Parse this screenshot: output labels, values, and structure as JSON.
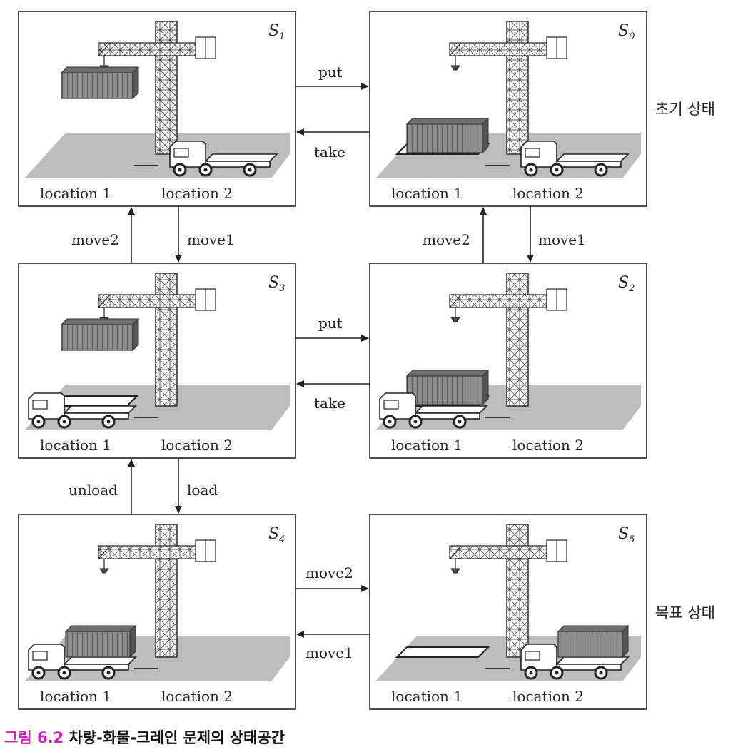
{
  "panels": [
    {
      "id": "S1",
      "name": "S",
      "sub": "1",
      "loc1": "location 1",
      "loc2": "location 2",
      "crane_holding": true,
      "truck_at": 2,
      "truck_loaded": false,
      "pallet": false,
      "pallet_box": false
    },
    {
      "id": "S0",
      "name": "S",
      "sub": "0",
      "loc1": "location 1",
      "loc2": "location 2",
      "crane_holding": false,
      "truck_at": 2,
      "truck_loaded": false,
      "pallet": true,
      "pallet_box": true
    },
    {
      "id": "S3",
      "name": "S",
      "sub": "3",
      "loc1": "location 1",
      "loc2": "location 2",
      "crane_holding": true,
      "truck_at": 1,
      "truck_loaded": false,
      "pallet": true,
      "pallet_box": false
    },
    {
      "id": "S2",
      "name": "S",
      "sub": "2",
      "loc1": "location 1",
      "loc2": "location 2",
      "crane_holding": false,
      "truck_at": 1,
      "truck_loaded": false,
      "pallet": true,
      "pallet_box": true
    },
    {
      "id": "S4",
      "name": "S",
      "sub": "4",
      "loc1": "location 1",
      "loc2": "location 2",
      "crane_holding": false,
      "truck_at": 1,
      "truck_loaded": true,
      "pallet": false,
      "pallet_box": false
    },
    {
      "id": "S5",
      "name": "S",
      "sub": "5",
      "loc1": "location 1",
      "loc2": "location 2",
      "crane_holding": false,
      "truck_at": 2,
      "truck_loaded": true,
      "pallet": true,
      "pallet_box": false
    }
  ],
  "transitions": {
    "s1_s0_put": "put",
    "s0_s1_take": "take",
    "s3_s2_put": "put",
    "s2_s3_take": "take",
    "s3_s1_move2": "move2",
    "s1_s3_move1": "move1",
    "s2_s0_move2": "move2",
    "s0_s2_move1": "move1",
    "s4_s3_unload": "unload",
    "s3_s4_load": "load",
    "s4_s5_move2": "move2",
    "s5_s4_move1": "move1"
  },
  "side_notes": {
    "initial": "초기 상태",
    "goal": "목표 상태"
  },
  "caption": {
    "figure": "그림 6.2",
    "title": "차량-화물-크레인 문제의 상태공간"
  }
}
